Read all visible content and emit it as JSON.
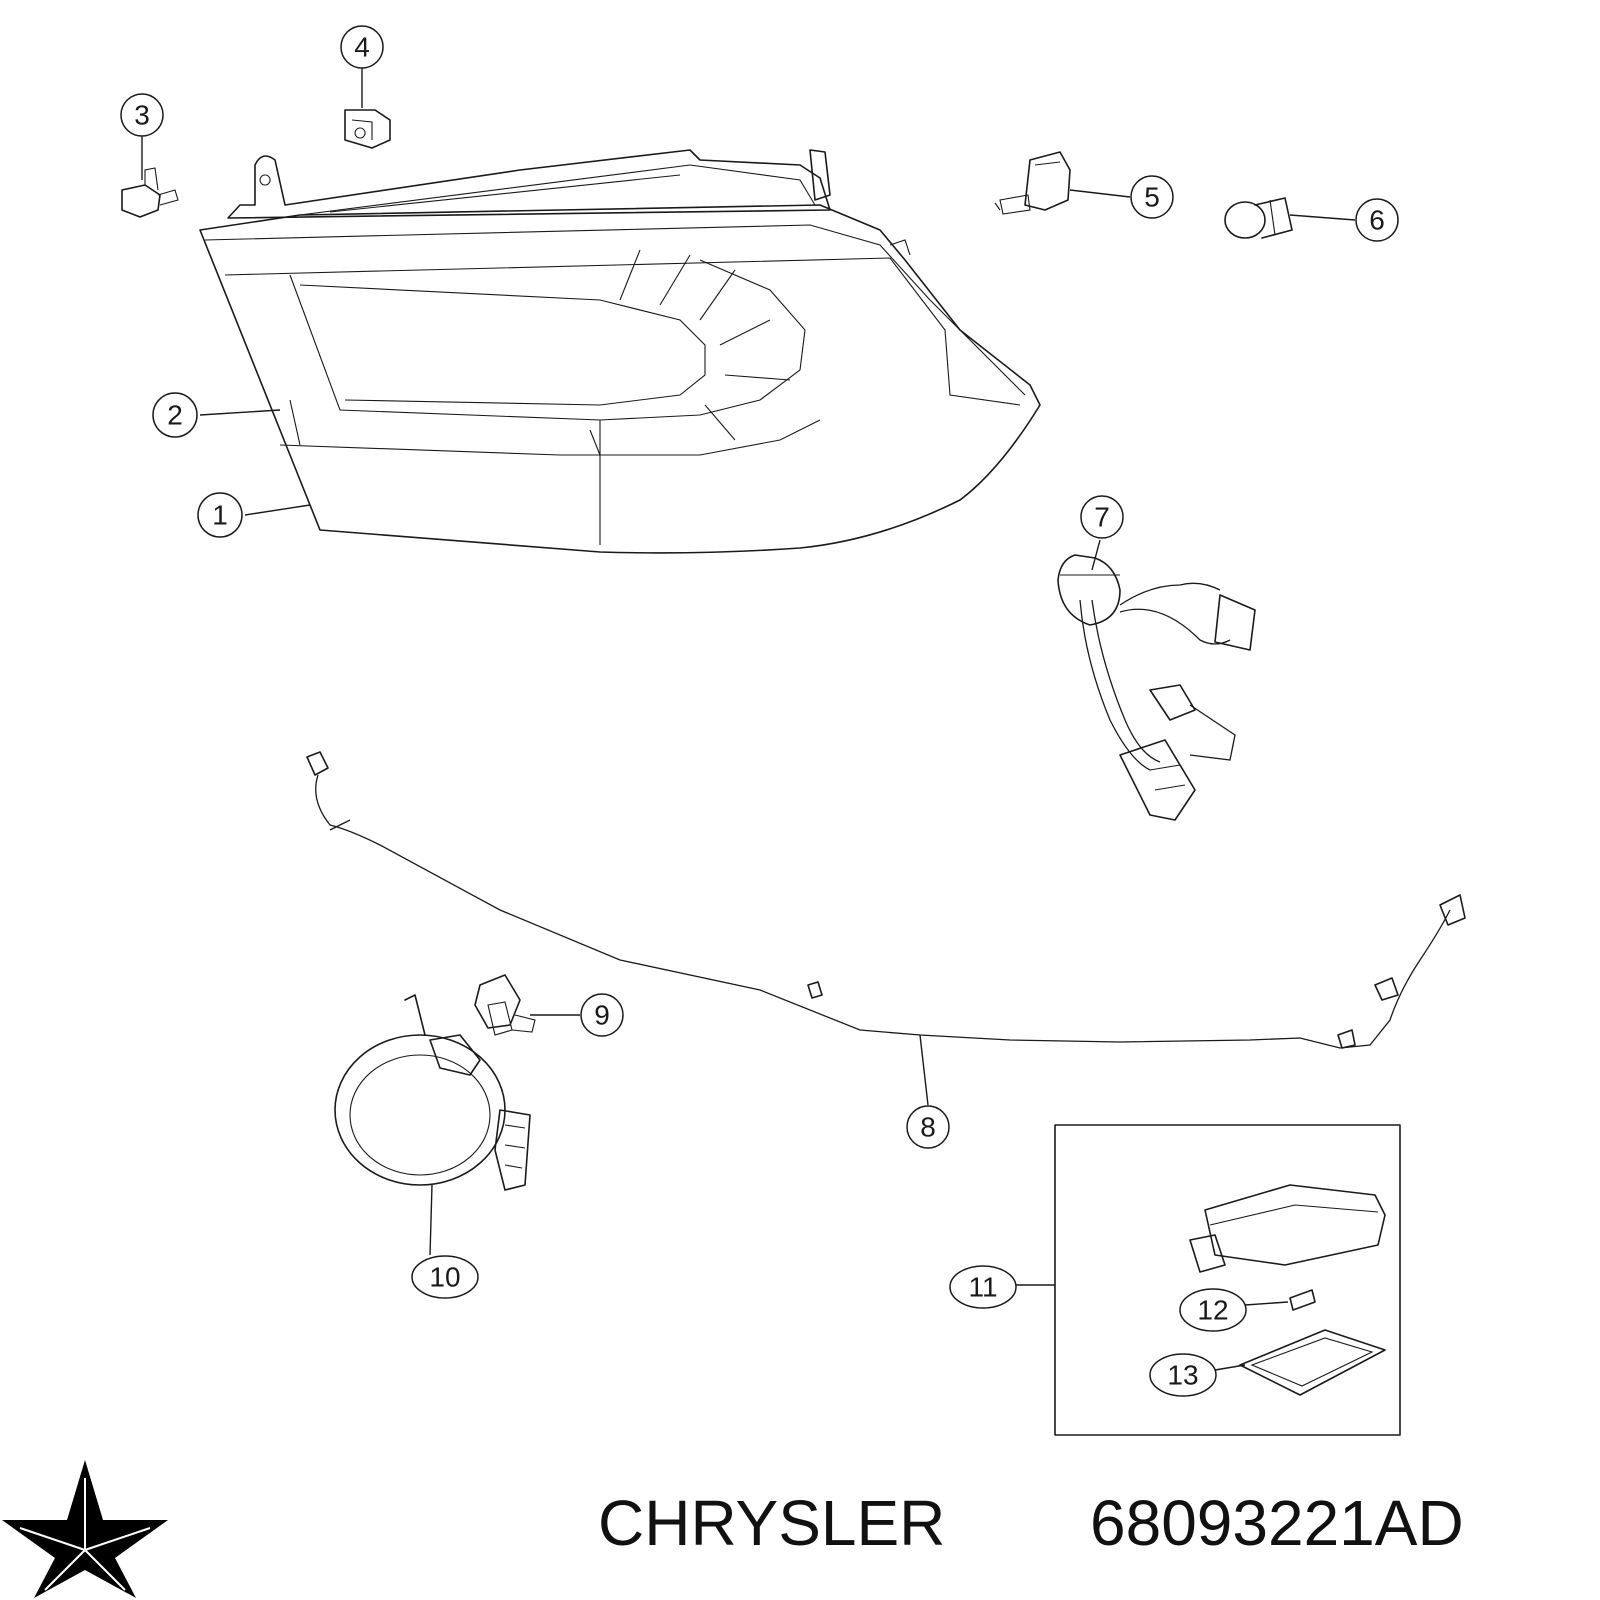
{
  "callouts": [
    {
      "id": "callout-1",
      "label": "1"
    },
    {
      "id": "callout-2",
      "label": "2"
    },
    {
      "id": "callout-3",
      "label": "3"
    },
    {
      "id": "callout-4",
      "label": "4"
    },
    {
      "id": "callout-5",
      "label": "5"
    },
    {
      "id": "callout-6",
      "label": "6"
    },
    {
      "id": "callout-7",
      "label": "7"
    },
    {
      "id": "callout-8",
      "label": "8"
    },
    {
      "id": "callout-9",
      "label": "9"
    },
    {
      "id": "callout-10",
      "label": "10"
    },
    {
      "id": "callout-11",
      "label": "11"
    },
    {
      "id": "callout-12",
      "label": "12"
    },
    {
      "id": "callout-13",
      "label": "13"
    }
  ],
  "footer": {
    "brand": "CHRYSLER",
    "part_number": "68093221AD"
  },
  "logo": {
    "icon": "pentastar-logo-icon",
    "color": "#000000"
  }
}
